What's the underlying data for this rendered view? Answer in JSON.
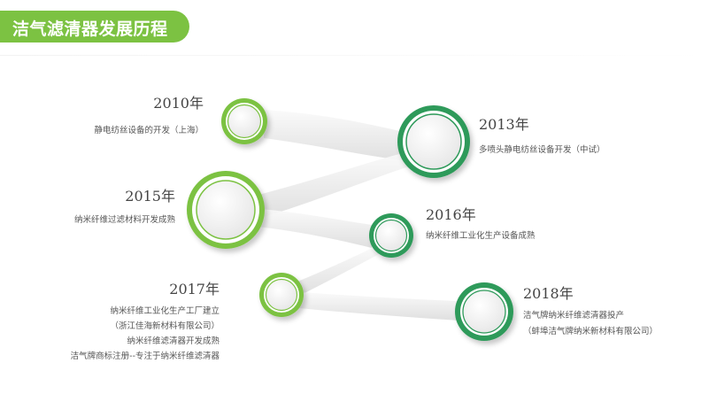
{
  "header": {
    "title": "洁气滤清器发展历程",
    "accent_color": "#7cc242"
  },
  "colors": {
    "light_green": "#7cc242",
    "dark_green": "#2e9a5a",
    "text": "#555555",
    "year_text": "#444444"
  },
  "milestones": [
    {
      "year": "2010年",
      "lines": [
        "静电纺丝设备的开发（上海）"
      ],
      "ring": "light_green"
    },
    {
      "year": "2013年",
      "lines": [
        "多喷头静电纺丝设备开发（中试）"
      ],
      "ring": "dark_green"
    },
    {
      "year": "2015年",
      "lines": [
        "纳米纤维过滤材料开发成熟"
      ],
      "ring": "light_green"
    },
    {
      "year": "2016年",
      "lines": [
        "纳米纤维工业化生产设备成熟"
      ],
      "ring": "dark_green"
    },
    {
      "year": "2017年",
      "lines": [
        "纳米纤维工业化生产工厂建立",
        "（浙江佳海新材料有限公司）",
        "纳米纤维滤清器开发成熟",
        "洁气牌商标注册--专注于纳米纤维滤清器"
      ],
      "ring": "light_green"
    },
    {
      "year": "2018年",
      "lines": [
        "洁气牌纳米纤维滤清器投产",
        "（蚌埠洁气牌纳米新材料有限公司）"
      ],
      "ring": "dark_green"
    }
  ]
}
